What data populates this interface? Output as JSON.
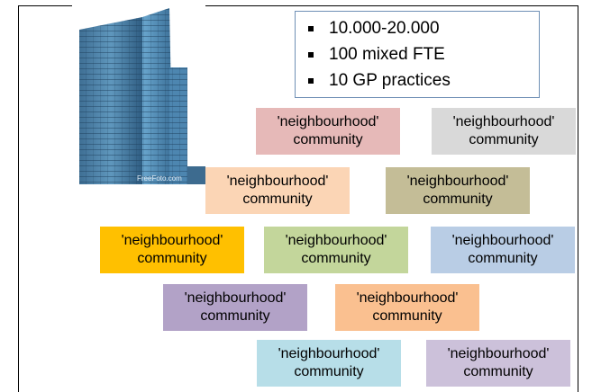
{
  "bullets": [
    "10.000-20.000",
    "100 mixed FTE",
    "10 GP practices"
  ],
  "photo": {
    "watermark": "FreeFoto.com"
  },
  "boxes": [
    {
      "line1": "'neighbourhood'",
      "line2": "community",
      "color": "#e6b9b8"
    },
    {
      "line1": "'neighbourhood'",
      "line2": "community",
      "color": "#d9d9d9"
    },
    {
      "line1": "'neighbourhood'",
      "line2": "community",
      "color": "#fbd5b5"
    },
    {
      "line1": "'neighbourhood'",
      "line2": "community",
      "color": "#c4bd97"
    },
    {
      "line1": "'neighbourhood'",
      "line2": "community",
      "color": "#ffc000"
    },
    {
      "line1": "'neighbourhood'",
      "line2": "community",
      "color": "#c3d69b"
    },
    {
      "line1": "'neighbourhood'",
      "line2": "community",
      "color": "#b9cde5"
    },
    {
      "line1": "'neighbourhood'",
      "line2": "community",
      "color": "#b2a2c7"
    },
    {
      "line1": "'neighbourhood'",
      "line2": "community",
      "color": "#fac090"
    },
    {
      "line1": "'neighbourhood'",
      "line2": "community",
      "color": "#b7dee8"
    },
    {
      "line1": "'neighbourhood'",
      "line2": "community",
      "color": "#ccc1da"
    }
  ]
}
